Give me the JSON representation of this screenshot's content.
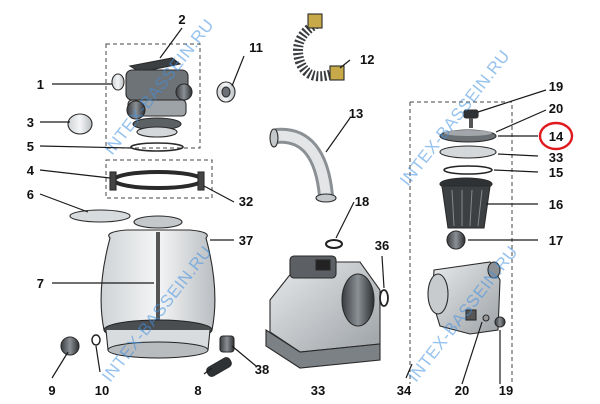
{
  "watermark": "INTEX-BASSEIN.RU",
  "highlight_color": "#e0191f",
  "watermark_color": "#3f8fe0",
  "callouts": {
    "c1": "1",
    "c2": "2",
    "c3": "3",
    "c4": "4",
    "c5": "5",
    "c6": "6",
    "c7": "7",
    "c8": "8",
    "c9": "9",
    "c10": "10",
    "c11": "11",
    "c12": "12",
    "c13": "13",
    "c14": "14",
    "c15": "15",
    "c16": "16",
    "c17": "17",
    "c18": "18",
    "c19a": "19",
    "c19b": "19",
    "c20a": "20",
    "c20b": "20",
    "c32": "32",
    "c33a": "33",
    "c33b": "33",
    "c34": "34",
    "c36": "36",
    "c37": "37",
    "c38": "38"
  }
}
